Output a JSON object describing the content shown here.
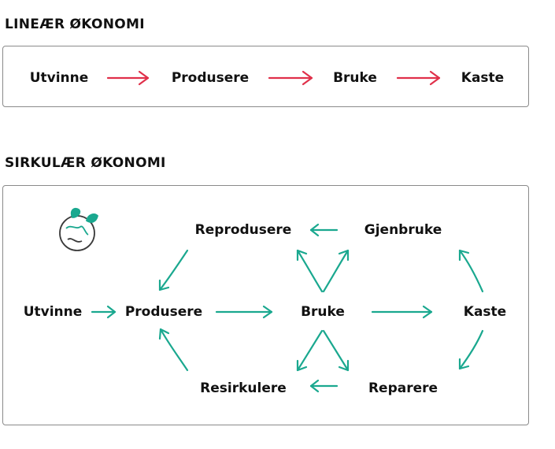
{
  "linear": {
    "title": "LINEÆR ØKONOMI",
    "steps": [
      "Utvinne",
      "Produsere",
      "Bruke",
      "Kaste"
    ]
  },
  "circular": {
    "title": "SIRKULÆR ØKONOMI",
    "nodes": {
      "extract": "Utvinne",
      "produce": "Produsere",
      "use": "Bruke",
      "discard": "Kaste",
      "remanufacture": "Reprodusere",
      "reuse": "Gjenbruke",
      "recycle": "Resirkulere",
      "repair": "Reparere"
    }
  },
  "colors": {
    "linear_arrow": "#e0304a",
    "circular_arrow": "#1aa88f"
  },
  "icon": "earth-leaf-icon"
}
